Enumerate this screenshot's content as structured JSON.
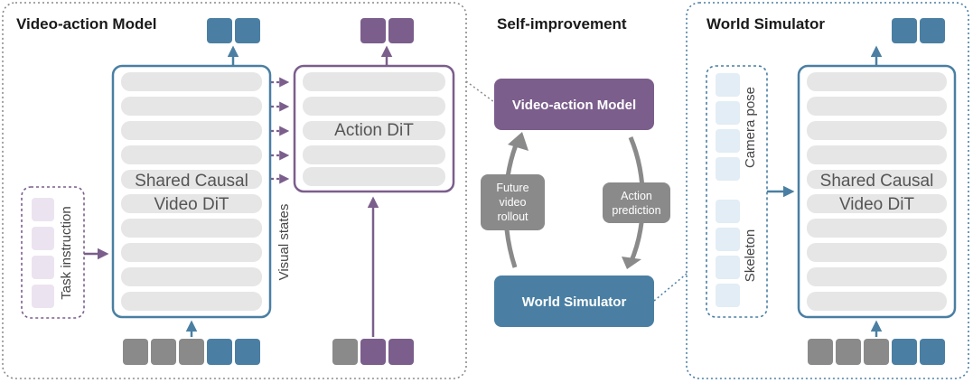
{
  "panels": {
    "video_action": {
      "title": "Video-action Model"
    },
    "self_improvement": {
      "title": "Self-improvement"
    },
    "world_simulator": {
      "title": "World Simulator"
    }
  },
  "video_action_model": {
    "backbone_label_line1": "Shared Causal",
    "backbone_label_line2": "Video DiT",
    "action_dit_label": "Action DiT",
    "visual_states_label": "Visual states",
    "task_instruction_label": "Task instruction"
  },
  "loop": {
    "top_box_label": "Video-action Model",
    "bottom_box_label": "World Simulator",
    "left_arrow_line1": "Future",
    "left_arrow_line2": "video",
    "left_arrow_line3": "rollout",
    "right_arrow_line1": "Action",
    "right_arrow_line2": "prediction"
  },
  "world_simulator": {
    "backbone_label_line1": "Shared Causal",
    "backbone_label_line2": "Video DiT",
    "camera_pose_label": "Camera pose",
    "skeleton_label": "Skeleton"
  },
  "colors": {
    "blue": "#4a7fa3",
    "purple": "#7b5e8c",
    "gray": "#8a8a8a",
    "row_gray": "#e6e6e6",
    "light_purple": "#ece3f0",
    "light_blue": "#e2edf5",
    "dotted": "#7a8a96"
  }
}
